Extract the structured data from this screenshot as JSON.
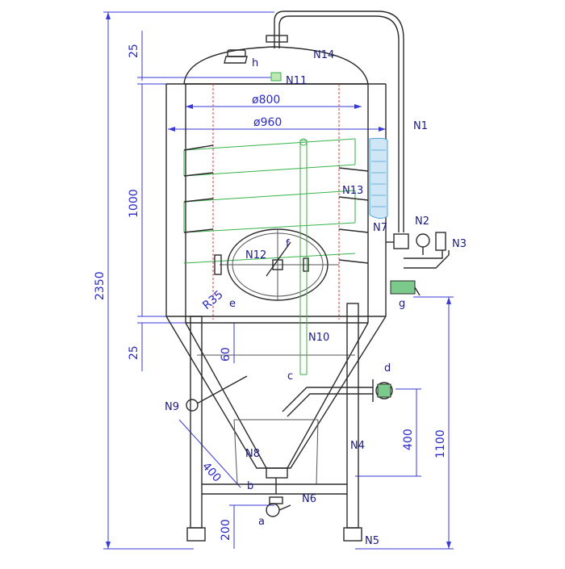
{
  "labels": {
    "h": "h",
    "N14": "N14",
    "N11": "N11",
    "N1": "N1",
    "N13": "N13",
    "N7": "N7",
    "N2": "N2",
    "N3": "N3",
    "N12": "N12",
    "f": "f",
    "e": "e",
    "g": "g",
    "N10": "N10",
    "c": "c",
    "d": "d",
    "N9": "N9",
    "N4": "N4",
    "N8": "N8",
    "b": "b",
    "N6": "N6",
    "a": "a",
    "N5": "N5"
  },
  "dimensions": {
    "d800": "ø800",
    "d960": "ø960",
    "h25_top": "25",
    "h1000": "1000",
    "h2350": "2350",
    "h25_mid": "25",
    "h60": "60",
    "r35": "R35",
    "h400_diag": "400",
    "h400": "400",
    "h1100": "1100",
    "h200": "200"
  },
  "colors": {
    "dimension": "#2a2ac8",
    "body": "#2b2b2b",
    "inner_shell": "#e23a3a",
    "cooling_jacket": "#38b24a",
    "insulation": "#4aa3d8",
    "valve_green": "#3fae5a"
  }
}
